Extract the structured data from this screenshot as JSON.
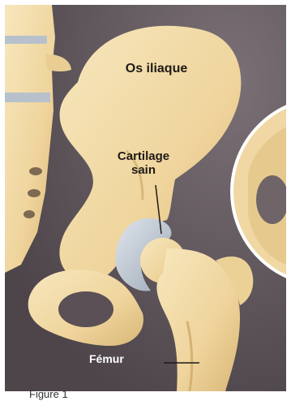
{
  "figure": {
    "labels": {
      "hip_bone": "Os iliaque",
      "cartilage": "Cartilage\nsain",
      "femur": "Fémur"
    },
    "caption": "Figure 1"
  },
  "colors": {
    "background": "#5f555a",
    "bone": "#f2ddaa",
    "bone_shadow": "#d6b77a",
    "cartilage": "#b9c3cf",
    "leader_line": "#1f1a17"
  }
}
